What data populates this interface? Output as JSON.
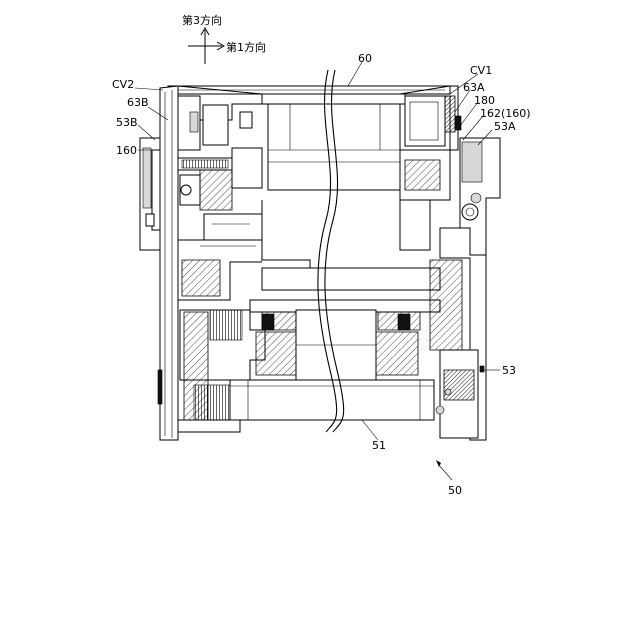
{
  "directions": {
    "third": "第3方向",
    "first": "第1方向"
  },
  "labels": {
    "cv2": "CV2",
    "l63b": "63B",
    "l53b": "53B",
    "l160": "160",
    "l60": "60",
    "cv1": "CV1",
    "l63a": "63A",
    "l180": "180",
    "l162": "162(160)",
    "l53a": "53A",
    "l53": "53",
    "l51": "51",
    "l50": "50"
  }
}
